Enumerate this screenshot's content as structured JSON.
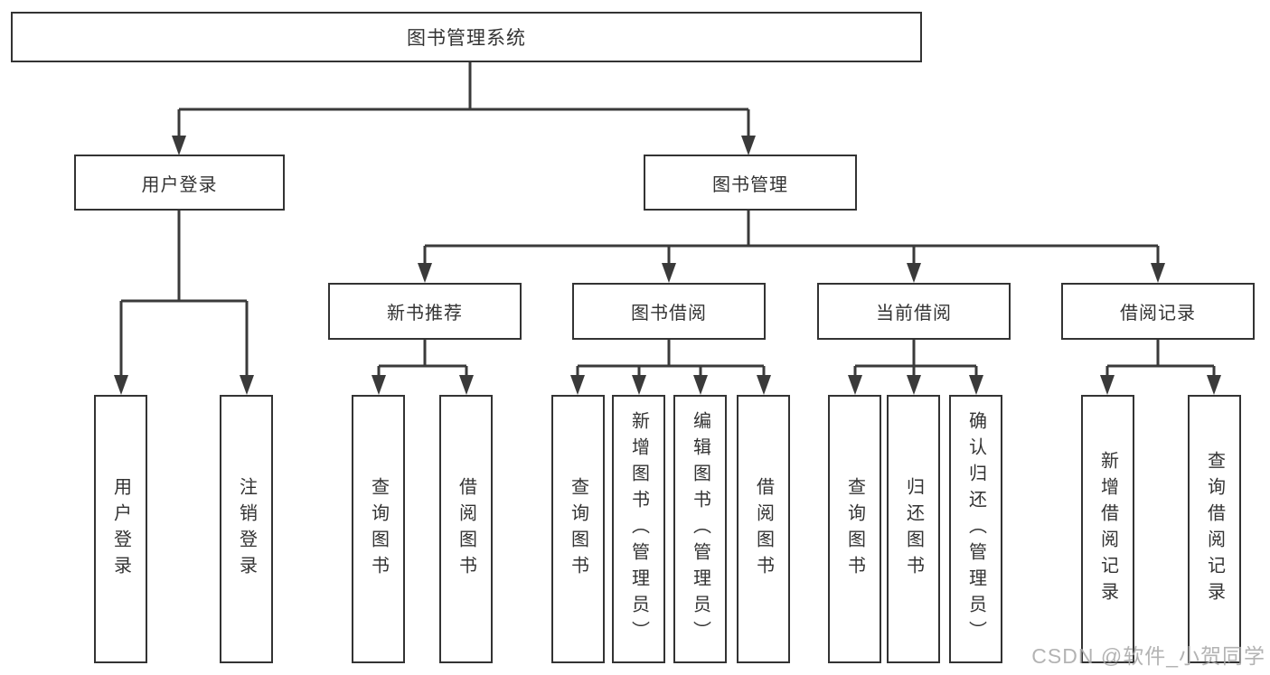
{
  "diagram": {
    "root": "图书管理系统",
    "level2": {
      "user_login": "用户登录",
      "book_mgmt": "图书管理"
    },
    "level3": {
      "new_book": "新书推荐",
      "book_borrow": "图书借阅",
      "current_borrow": "当前借阅",
      "borrow_records": "借阅记录"
    },
    "leaves": {
      "user_login": [
        "用户登录",
        "注销登录"
      ],
      "new_book": [
        "查询图书",
        "借阅图书"
      ],
      "book_borrow": [
        "查询图书",
        "新增图书（管理员）",
        "编辑图书（管理员）",
        "借阅图书"
      ],
      "current_borrow": [
        "查询图书",
        "归还图书",
        "确认归还（管理员）"
      ],
      "borrow_records": [
        "新增借阅记录",
        "查询借阅记录"
      ]
    }
  },
  "watermark": "CSDN @软件_小贺同学",
  "colors": {
    "line": "#3a3a3a",
    "box_border": "#333333",
    "text": "#333333",
    "background": "#ffffff",
    "watermark": "#a8a8a8"
  }
}
